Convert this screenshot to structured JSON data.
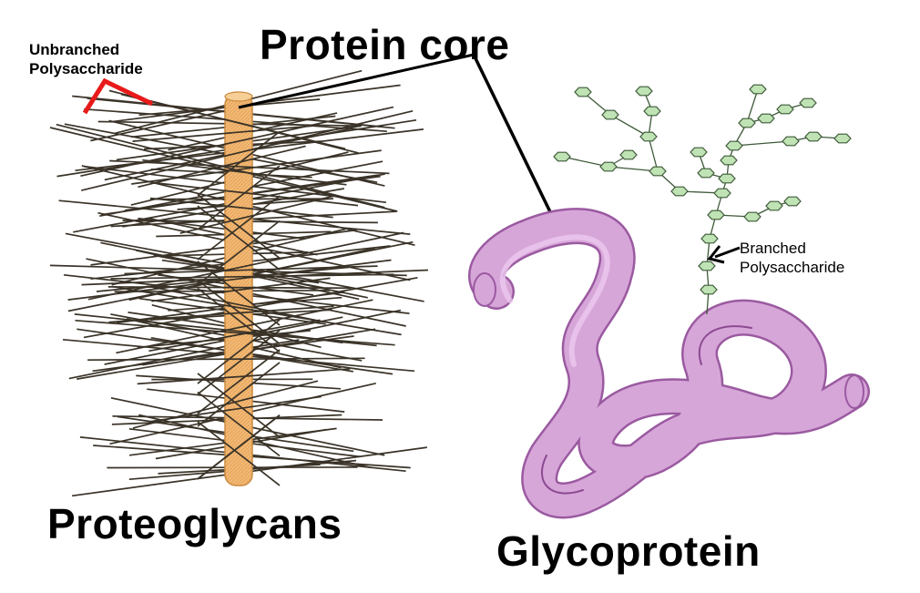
{
  "labels": {
    "unbranched_line1": "Unbranched",
    "unbranched_line2": "Polysaccharide",
    "protein_core": "Protein core",
    "branched_line1": "Branched",
    "branched_line2": "Polysaccharide",
    "proteoglycans": "Proteoglycans",
    "glycoprotein": "Glycoprotein"
  },
  "colors": {
    "background": "#ffffff",
    "core_rod": "#f2b974",
    "core_rod_edge": "#c98a3e",
    "bristle": "#3a3328",
    "protein_coil": "#d7a6d9",
    "protein_coil_edge": "#9a5aa0",
    "sugar_fill": "#bfe3b4",
    "sugar_edge": "#3f5a3a",
    "red_pointer": "#e81a1a",
    "leader_line": "#000000"
  },
  "icons": {
    "red_pointer": "caret-bracket-icon",
    "branched_arrow": "arrow-left-icon",
    "sugar_unit": "hexagon-icon"
  }
}
